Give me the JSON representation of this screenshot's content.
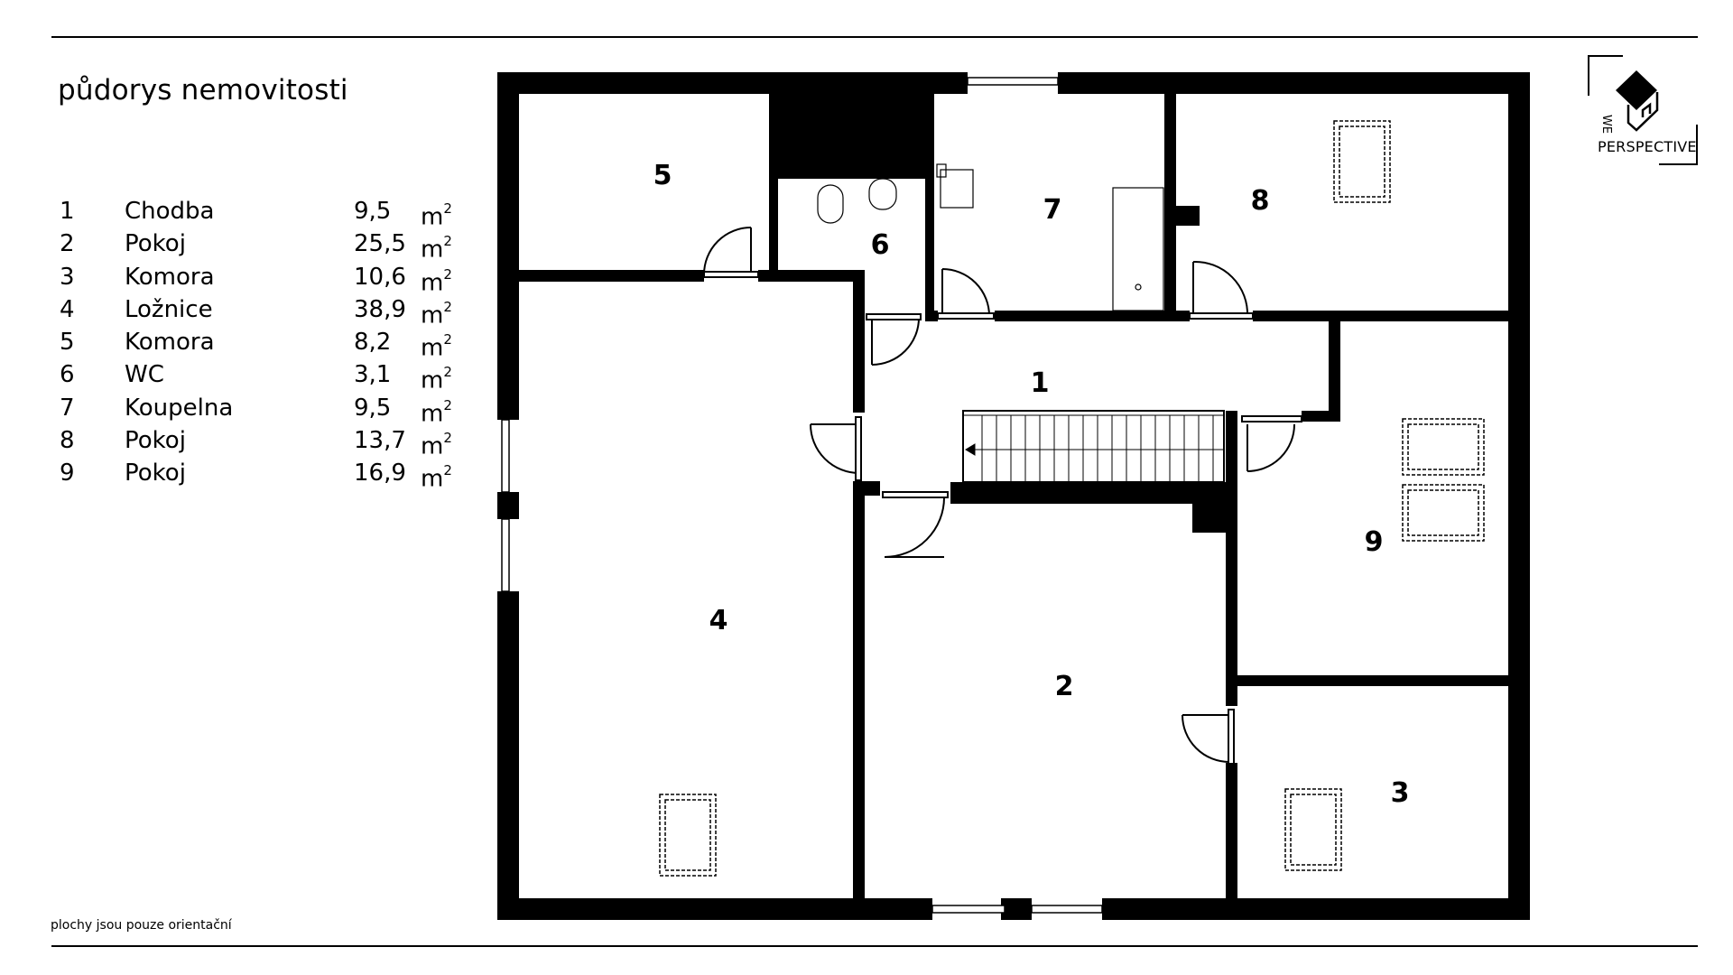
{
  "title": "půdorys nemovitosti",
  "rooms": [
    {
      "num": "1",
      "name": "Chodba",
      "area": "9,5",
      "unit": "m"
    },
    {
      "num": "2",
      "name": "Pokoj",
      "area": "25,5",
      "unit": "m"
    },
    {
      "num": "3",
      "name": "Komora",
      "area": "10,6",
      "unit": "m"
    },
    {
      "num": "4",
      "name": "Ložnice",
      "area": "38,9",
      "unit": "m"
    },
    {
      "num": "5",
      "name": "Komora",
      "area": "8,2",
      "unit": "m"
    },
    {
      "num": "6",
      "name": "WC",
      "area": "3,1",
      "unit": "m"
    },
    {
      "num": "7",
      "name": "Koupelna",
      "area": "9,5",
      "unit": "m"
    },
    {
      "num": "8",
      "name": "Pokoj",
      "area": "13,7",
      "unit": "m"
    },
    {
      "num": "9",
      "name": "Pokoj",
      "area": "16,9",
      "unit": "m"
    }
  ],
  "unit_sup": "2",
  "footnote": "plochy jsou pouze orientační",
  "logo": {
    "we": "WE",
    "name": "PERSPECTIVE"
  },
  "plan_labels": {
    "r1": "1",
    "r2": "2",
    "r3": "3",
    "r4": "4",
    "r5": "5",
    "r6": "6",
    "r7": "7",
    "r8": "8",
    "r9": "9"
  },
  "colors": {
    "ink": "#000000",
    "background": "#ffffff"
  }
}
